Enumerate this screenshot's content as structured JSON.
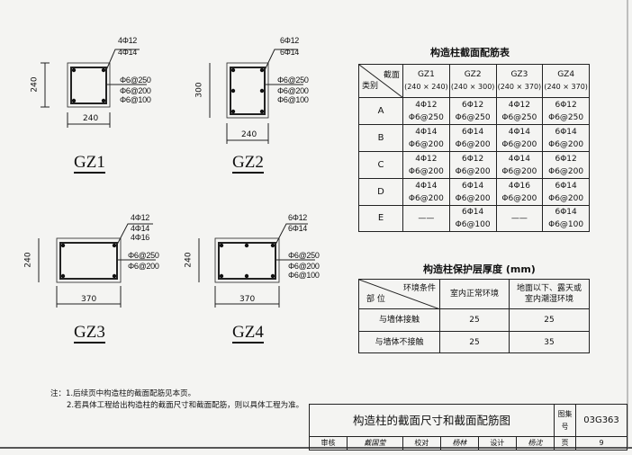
{
  "sections": [
    {
      "name": "GZ1",
      "width": "240",
      "height": "240",
      "main_bars": [
        "4Φ12",
        "4Φ14"
      ],
      "stirrups": [
        "Φ6@250",
        "Φ6@200",
        "Φ6@100"
      ]
    },
    {
      "name": "GZ2",
      "width": "240",
      "height": "300",
      "main_bars": [
        "6Φ12",
        "6Φ14"
      ],
      "stirrups": [
        "Φ6@250",
        "Φ6@200",
        "Φ6@100"
      ]
    },
    {
      "name": "GZ3",
      "width": "370",
      "height": "240",
      "main_bars": [
        "4Φ12",
        "4Φ14",
        "4Φ16"
      ],
      "stirrups": [
        "Φ6@250",
        "Φ6@200"
      ]
    },
    {
      "name": "GZ4",
      "width": "370",
      "height": "240",
      "main_bars": [
        "6Φ12",
        "6Φ14"
      ],
      "stirrups": [
        "Φ6@250",
        "Φ6@200",
        "Φ6@100"
      ]
    }
  ],
  "rebar_table": {
    "title": "构造柱截面配筋表",
    "corner_top": "截面",
    "corner_bottom": "类别",
    "columns": [
      {
        "name": "GZ1",
        "size": "(240 × 240)"
      },
      {
        "name": "GZ2",
        "size": "(240 × 300)"
      },
      {
        "name": "GZ3",
        "size": "(240 × 370)"
      },
      {
        "name": "GZ4",
        "size": "(240 × 370)"
      }
    ],
    "rows": [
      {
        "cat": "A",
        "cells": [
          [
            "4Φ12",
            "Φ6@250"
          ],
          [
            "6Φ12",
            "Φ6@250"
          ],
          [
            "4Φ12",
            "Φ6@250"
          ],
          [
            "6Φ12",
            "Φ6@250"
          ]
        ]
      },
      {
        "cat": "B",
        "cells": [
          [
            "4Φ14",
            "Φ6@200"
          ],
          [
            "6Φ14",
            "Φ6@200"
          ],
          [
            "4Φ14",
            "Φ6@200"
          ],
          [
            "6Φ14",
            "Φ6@200"
          ]
        ]
      },
      {
        "cat": "C",
        "cells": [
          [
            "4Φ12",
            "Φ6@200"
          ],
          [
            "6Φ12",
            "Φ6@200"
          ],
          [
            "4Φ14",
            "Φ6@200"
          ],
          [
            "6Φ12",
            "Φ6@200"
          ]
        ]
      },
      {
        "cat": "D",
        "cells": [
          [
            "4Φ14",
            "Φ6@200"
          ],
          [
            "6Φ14",
            "Φ6@200"
          ],
          [
            "4Φ16",
            "Φ6@200"
          ],
          [
            "6Φ14",
            "Φ6@200"
          ]
        ]
      },
      {
        "cat": "E",
        "cells": [
          [
            "——",
            ""
          ],
          [
            "6Φ14",
            "Φ6@100"
          ],
          [
            "——",
            ""
          ],
          [
            "6Φ14",
            "Φ6@100"
          ]
        ]
      }
    ]
  },
  "cover_table": {
    "title": "构造柱保护层厚度 (mm)",
    "corner_top": "环境条件",
    "corner_bottom": "部 位",
    "columns": [
      "室内正常环境",
      "地面以下、露天或室内潮湿环境"
    ],
    "rows": [
      {
        "part": "与墙体接触",
        "values": [
          "25",
          "25"
        ]
      },
      {
        "part": "与墙体不接触",
        "values": [
          "25",
          "35"
        ]
      }
    ]
  },
  "notes": [
    "注：1.后续页中构造柱的截面配筋见本页。",
    "2.若具体工程给出构造柱的截面尺寸和截面配筋，则以具体工程为准。"
  ],
  "title_block": {
    "title": "构造柱的截面尺寸和截面配筋图",
    "atlas_label": "图集号",
    "atlas_no": "03G363",
    "review_label": "审核",
    "review_sig": "戴国莹",
    "check_label": "校对",
    "check_sig": "杨林",
    "design_label": "设计",
    "design_sig": "杨沈",
    "page_label": "页",
    "page_no": "9"
  }
}
